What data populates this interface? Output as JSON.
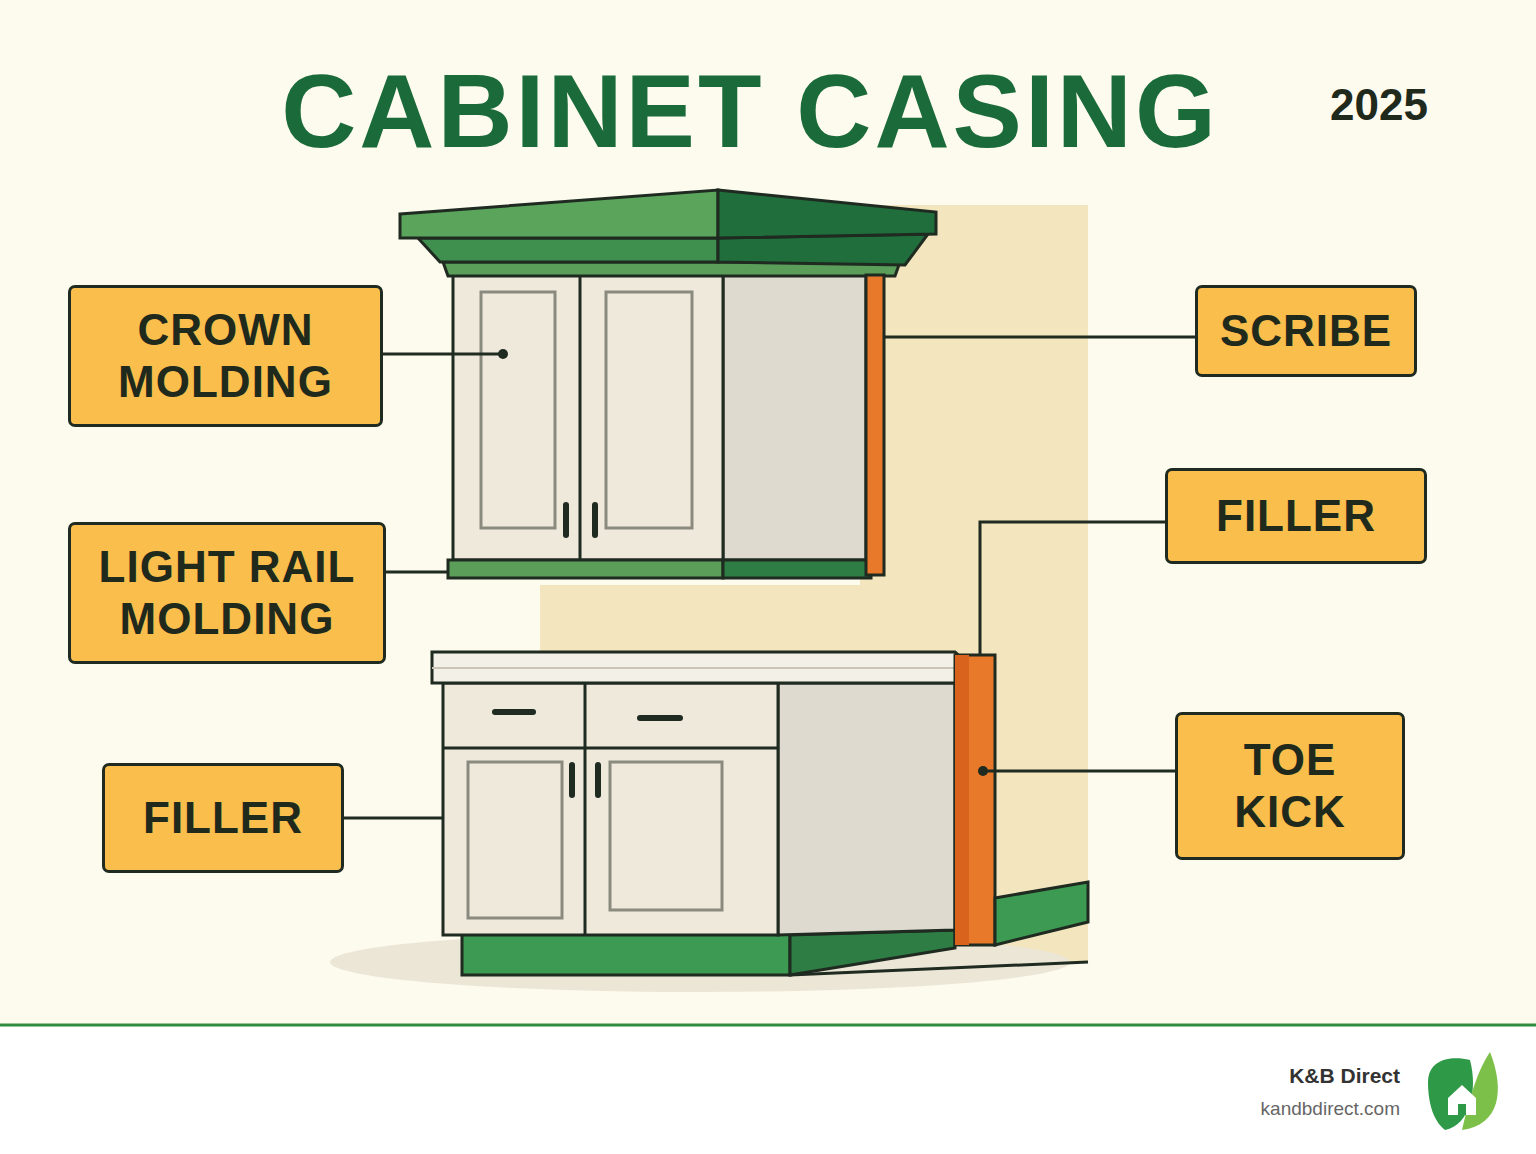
{
  "diagram": {
    "title": "CABINET CASING",
    "nodes": [
      {
        "text": [
          "CROWN MOLDING"
        ]
      },
      {
        "text": [
          "SCRIBE"
        ]
      },
      {
        "text": [
          "FILLER"
        ]
      },
      {
        "text": [
          "LIGHT RAIL MOLDING"
        ]
      },
      {
        "text": [
          "TOE KICK"
        ]
      },
      {
        "text": [
          "FILLER"
        ]
      }
    ],
    "labels": [
      "2025",
      "K&B Direct",
      "kandbdirect.com"
    ]
  }
}
